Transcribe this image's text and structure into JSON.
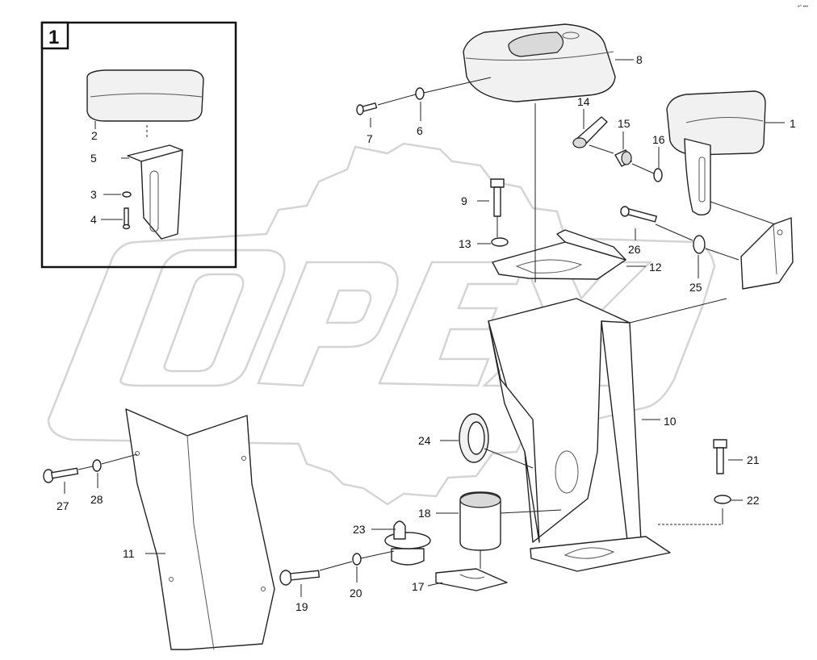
{
  "inset": {
    "number": "1"
  },
  "corner_mark": "•^ •••",
  "watermark": {
    "text": "OPEX"
  },
  "callouts": {
    "c1": "1",
    "c2": "2",
    "c3": "3",
    "c4": "4",
    "c5": "5",
    "c6": "6",
    "c7": "7",
    "c8": "8",
    "c9": "9",
    "c10": "10",
    "c11": "11",
    "c12": "12",
    "c13": "13",
    "c14": "14",
    "c15": "15",
    "c16": "16",
    "c17": "17",
    "c18": "18",
    "c19": "19",
    "c20": "20",
    "c21": "21",
    "c22": "22",
    "c23": "23",
    "c24": "24",
    "c25": "25",
    "c26": "26",
    "c27": "27",
    "c28": "28"
  }
}
